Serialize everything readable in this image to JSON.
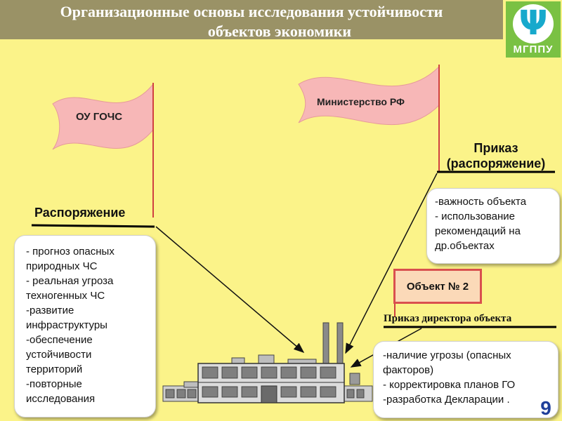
{
  "header": {
    "title_line1": "Организационные основы исследования устойчивости",
    "title_line2": "объектов экономики"
  },
  "logo": {
    "text": "МГППУ",
    "icon": "psi-icon"
  },
  "flags": {
    "left": {
      "label": "ОУ ГОЧС"
    },
    "right": {
      "label": "Министерство РФ"
    }
  },
  "labels": {
    "rasporyazhenie": "Распоряжение",
    "prikaz_line1": "Приказ",
    "prikaz_line2": "(распоряжение)",
    "object": "Объект № 2",
    "prikaz_direktora": "Приказ директора объекта"
  },
  "boxes": {
    "left_items": [
      "- прогноз опасных",
      "природных ЧС",
      "- реальная угроза",
      "техногенных ЧС",
      "-развитие",
      "инфраструктуры",
      "-обеспечение",
      "устойчивости",
      "территорий",
      "-повторные",
      "исследования"
    ],
    "right_top_items": [
      "-важность объекта",
      "- использование",
      "рекомендаций на",
      "др.объектах"
    ],
    "right_bottom_items": [
      "-наличие угрозы (опасных",
      "факторов)",
      "- корректировка планов ГО",
      "-разработка Декларации ."
    ]
  },
  "page_number": "9",
  "colors": {
    "background": "#fbf389",
    "header": "#9a9266",
    "flag": "#f7b7b7",
    "logo_green": "#7ac143",
    "logo_blue": "#17a9cc",
    "object_border": "#d9504f"
  }
}
